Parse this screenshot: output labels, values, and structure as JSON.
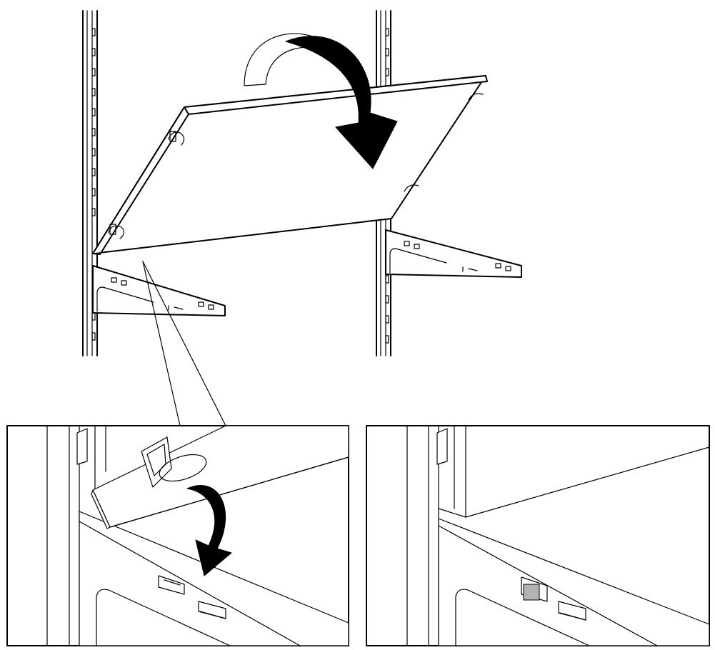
{
  "figure": {
    "main_view": "shelf-tilt-onto-brackets",
    "detail_views": [
      "hook-before-engaging",
      "hook-engaged"
    ],
    "colors": {
      "line": "#000000",
      "background": "#ffffff",
      "engaged_hook": "#b3b3b3"
    },
    "icons": [
      "curved-arrow-large",
      "curved-arrow-small"
    ]
  }
}
